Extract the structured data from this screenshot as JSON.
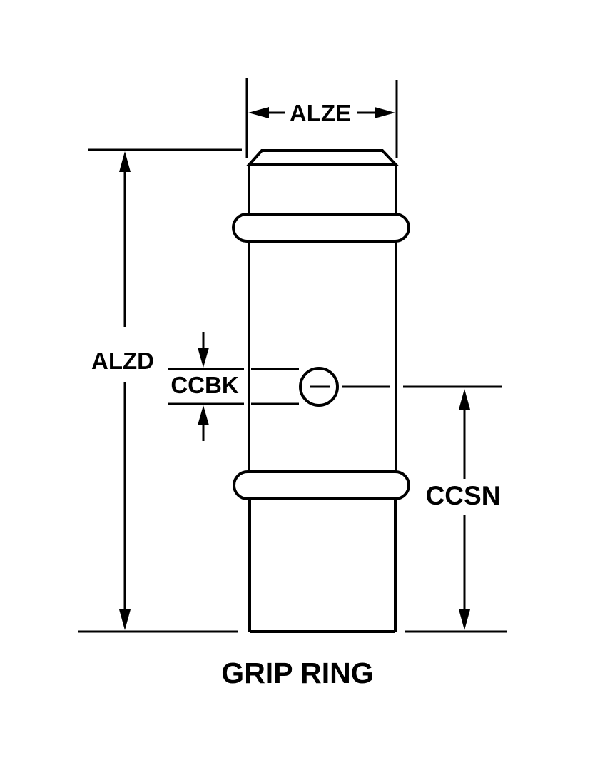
{
  "colors": {
    "line": "#000000",
    "background": "#ffffff"
  },
  "title": {
    "text": "GRIP RING"
  },
  "dimensions": {
    "alze": {
      "label": "ALZE",
      "measures": "top-end outside width"
    },
    "alzd": {
      "label": "ALZD",
      "measures": "overall length"
    },
    "ccbk": {
      "label": "CCBK",
      "measures": "side hole diameter"
    },
    "ccsn": {
      "label": "CCSN",
      "measures": "length from hole centerline to bottom"
    }
  }
}
